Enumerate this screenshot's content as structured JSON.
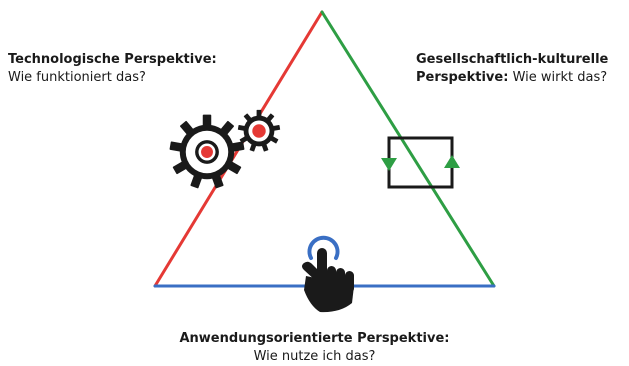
{
  "perspectives": {
    "technological": {
      "title": "Technologische Perspektive:",
      "question": "Wie funktioniert das?"
    },
    "social_cultural": {
      "title_line1": "Gesellschaftlich-kulturelle",
      "title_line2": "Perspektive:",
      "question": "Wie wirkt das?"
    },
    "application": {
      "title": "Anwendungsorientierte Perspektive:",
      "question": "Wie nutze ich das?"
    }
  },
  "colors": {
    "technological_edge": "#e53935",
    "social_cultural_edge": "#2e9e44",
    "application_edge": "#3a6fc4",
    "gear_accent": "#e53935",
    "cycle_arrows": "#2e9e44",
    "touch_ring": "#3a6fc4",
    "icon_dark": "#1a1a1a"
  },
  "icons": {
    "technological": "gears-icon",
    "social_cultural": "cycle-arrows-icon",
    "application": "touch-hand-icon"
  }
}
